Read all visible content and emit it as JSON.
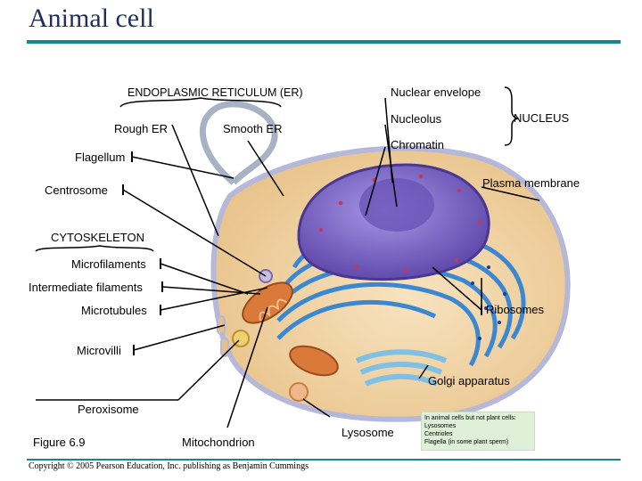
{
  "title": "Animal cell",
  "labels": {
    "er_group": "ENDOPLASMIC RETICULUM (ER)",
    "rough_er": "Rough ER",
    "smooth_er": "Smooth ER",
    "nuclear_envelope": "Nuclear envelope",
    "nucleolus": "Nucleolus",
    "nucleus_group": "NUCLEUS",
    "chromatin": "Chromatin",
    "flagellum": "Flagellum",
    "centrosome": "Centrosome",
    "plasma_membrane": "Plasma membrane",
    "cytoskeleton_group": "CYTOSKELETON",
    "microfilaments": "Microfilaments",
    "intermediate_filaments": "Intermediate filaments",
    "microtubules": "Microtubules",
    "ribosomes": "Ribosomes",
    "microvilli": "Microvilli",
    "golgi": "Golgi apparatus",
    "peroxisome": "Peroxisome",
    "mitochondrion": "Mitochondrion",
    "lysosome": "Lysosome"
  },
  "figure_label": "Figure 6.9",
  "note": {
    "heading": "In animal cells but not plant cells:",
    "items": [
      "Lysosomes",
      "Centrioles",
      "Flagella (in some plant sperm)"
    ]
  },
  "copyright": "Copyright © 2005 Pearson Education, Inc. publishing as Benjamin Cummings",
  "colors": {
    "title": "#1f2e5c",
    "rule": "#128a8a",
    "note_bg": "#dff0d8",
    "cytoplasm": "#f3d6a6",
    "cell_membrane": "#b5b8d8",
    "nucleus": "#7c64c4",
    "er": "#3c88d0",
    "mitochondrion": "#d97a3a",
    "golgi": "#7fc0e4"
  }
}
